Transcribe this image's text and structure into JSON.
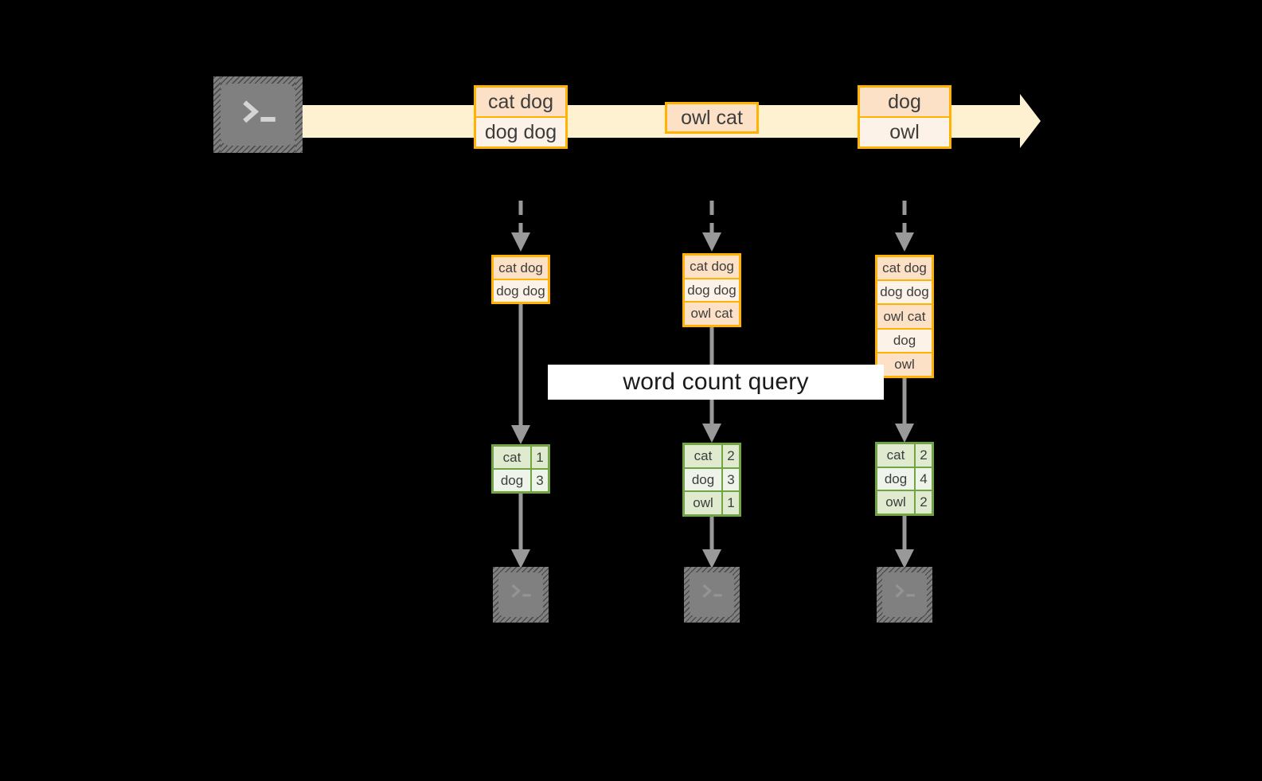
{
  "diagram": {
    "background_color": "#000000",
    "accent_orange": "#ffb300",
    "accent_green": "#71a544",
    "stream_band_color": "#fdf1d2",
    "connector_color": "#999999",
    "terminal_color": "#808080",
    "query_label": "word count query"
  },
  "stream": {
    "source_icon": "terminal-icon",
    "sink_icon": "terminal-icon",
    "arrow_direction": "right",
    "records": [
      {
        "id": "batch-1",
        "lines": [
          "cat dog",
          "dog dog"
        ]
      },
      {
        "id": "batch-2",
        "lines": [
          "owl cat"
        ]
      },
      {
        "id": "batch-3",
        "lines": [
          "dog",
          "owl"
        ]
      }
    ]
  },
  "columns": [
    {
      "id": "t1",
      "snapshot": {
        "lines": [
          "cat dog",
          "dog dog"
        ]
      },
      "result": {
        "rows": [
          {
            "word": "cat",
            "count": "1"
          },
          {
            "word": "dog",
            "count": "3"
          }
        ]
      },
      "sink_icon": "terminal-icon"
    },
    {
      "id": "t2",
      "snapshot": {
        "lines": [
          "cat dog",
          "dog dog",
          "owl cat"
        ]
      },
      "result": {
        "rows": [
          {
            "word": "cat",
            "count": "2"
          },
          {
            "word": "dog",
            "count": "3"
          },
          {
            "word": "owl",
            "count": "1"
          }
        ]
      },
      "sink_icon": "terminal-icon"
    },
    {
      "id": "t3",
      "snapshot": {
        "lines": [
          "cat dog",
          "dog dog",
          "owl cat",
          "dog",
          "owl"
        ]
      },
      "result": {
        "rows": [
          {
            "word": "cat",
            "count": "2"
          },
          {
            "word": "dog",
            "count": "4"
          },
          {
            "word": "owl",
            "count": "2"
          }
        ]
      },
      "sink_icon": "terminal-icon"
    }
  ]
}
